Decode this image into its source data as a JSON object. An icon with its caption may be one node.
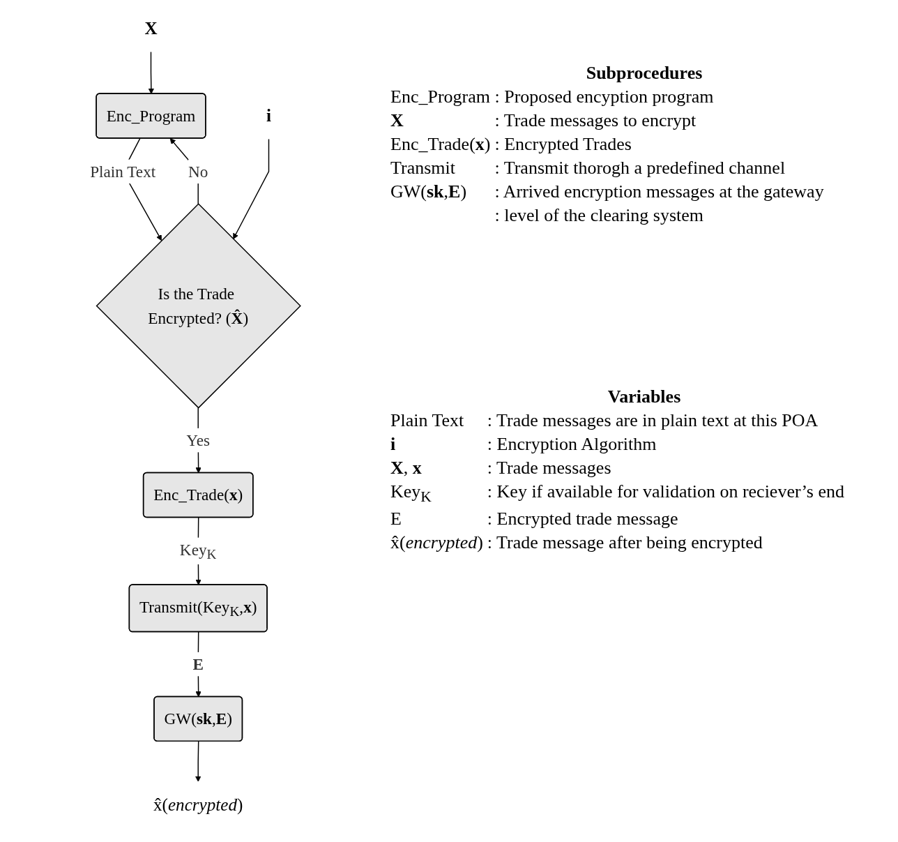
{
  "diagram": {
    "nodes": [
      {
        "text": [
          "**X**"
        ]
      },
      {
        "text": [
          "Enc_Program"
        ]
      },
      {
        "text": [
          "Is the Trade Encrypted? (**X̂**)"
        ]
      },
      {
        "text": [
          "**i**"
        ]
      },
      {
        "text": [
          "Enc_Trade(**x**)"
        ]
      },
      {
        "text": [
          "Transmit(Key$_{K}$,**x**)"
        ]
      },
      {
        "text": [
          "GW(**sk**,**E**)"
        ]
      },
      {
        "text": [
          "x̂(*encrypted*)"
        ]
      }
    ],
    "edges": [
      {
        "from": 0,
        "to": 1,
        "arrow": "to"
      },
      {
        "from": 1,
        "to": 2,
        "arrow": "to",
        "label": "Plain Text"
      },
      {
        "from": 2,
        "to": 1,
        "arrow": "to",
        "label": "No"
      },
      {
        "from": 3,
        "to": 2,
        "arrow": "to"
      },
      {
        "from": 2,
        "to": 4,
        "arrow": "to",
        "label": "Yes"
      },
      {
        "from": 4,
        "to": 5,
        "arrow": "to",
        "label": "Key$_{K}$"
      },
      {
        "from": 5,
        "to": 6,
        "arrow": "to",
        "label": "**E**"
      },
      {
        "from": 6,
        "to": 7,
        "arrow": "to"
      }
    ],
    "labels": [
      "Subprocedures",
      "Enc_Program",
      ": Proposed encyption program",
      "**X**",
      ": Trade messages to encrypt",
      "Enc_Trade(**x**)",
      ": Encrypted Trades",
      "Transmit",
      ": Transmit thorogh a predefined channel",
      "GW(**sk**,**E**)",
      ": Arrived encryption messages at the gateway",
      ": level of the clearing system",
      "Variables",
      "Plain Text",
      ": Trade messages are in plain text at this POA",
      "**i**",
      ": Encryption Algorithm",
      "**X**, **x**",
      ": Trade messages",
      "Key$_{K}$",
      ": Key if available for validation on reciever’s end",
      "E",
      ": Encrypted trade message",
      "x̂(*encrypted*)",
      ": Trade message after being encrypted"
    ]
  }
}
